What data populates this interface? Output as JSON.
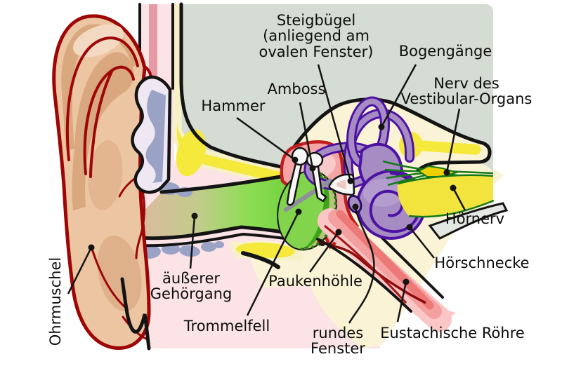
{
  "labels": {
    "ohrmuschel": {
      "text": "Ohrmuschel"
    },
    "aeusserer_gehoergang": {
      "lines": [
        "äußerer",
        "Gehörgang"
      ]
    },
    "trommelfell": {
      "text": "Trommelfell"
    },
    "hammer": {
      "text": "Hammer"
    },
    "amboss": {
      "text": "Amboss"
    },
    "steigbuegel": {
      "lines": [
        "Steigbügel",
        "(anliegend am",
        "ovalen Fenster)"
      ]
    },
    "bogengaenge": {
      "text": "Bogengänge"
    },
    "nerv_vestibular": {
      "lines": [
        "Nerv des",
        "Vestibular-Organs"
      ]
    },
    "hoernerv": {
      "text": "Hörnerv"
    },
    "hoerschnecke": {
      "text": "Hörschnecke"
    },
    "paukenhoehle": {
      "text": "Paukenhöhle"
    },
    "rundes_fenster": {
      "lines": [
        "rundes",
        "Fenster"
      ]
    },
    "eustachische_roehre": {
      "text": "Eustachische Röhre"
    }
  },
  "colors": {
    "background": "#ffffff",
    "temporal_bone_gray": "#d5dcd3",
    "skin_pink": "#fbe3e6",
    "rose_stripe": "#e69aa6",
    "pinna_skin": "#ecc5a3",
    "pinna_shadow": "#d9a87e",
    "pinna_outline_red": "#9e0606",
    "bone_yellow": "#f5e93c",
    "bone_pale_yellow": "#f6f1c6",
    "inner_ear_cream": "#fbf3d6",
    "canal_green": "#8edd55",
    "eardrum_green": "#3aa317",
    "cartilage_blue": "#9aa2c6",
    "cavity_red_outline": "#c01d1d",
    "cavity_fill": "#f4a6a6",
    "tube_dark_red": "#8e0b0b",
    "labyrinth_purple": "#a78cc4",
    "labyrinth_outline": "#4c12a1",
    "nerve_green": "#157a17",
    "nerve_yellow": "#eecf00",
    "ossicle_white": "#f7f7f5",
    "line_black": "#141414"
  }
}
